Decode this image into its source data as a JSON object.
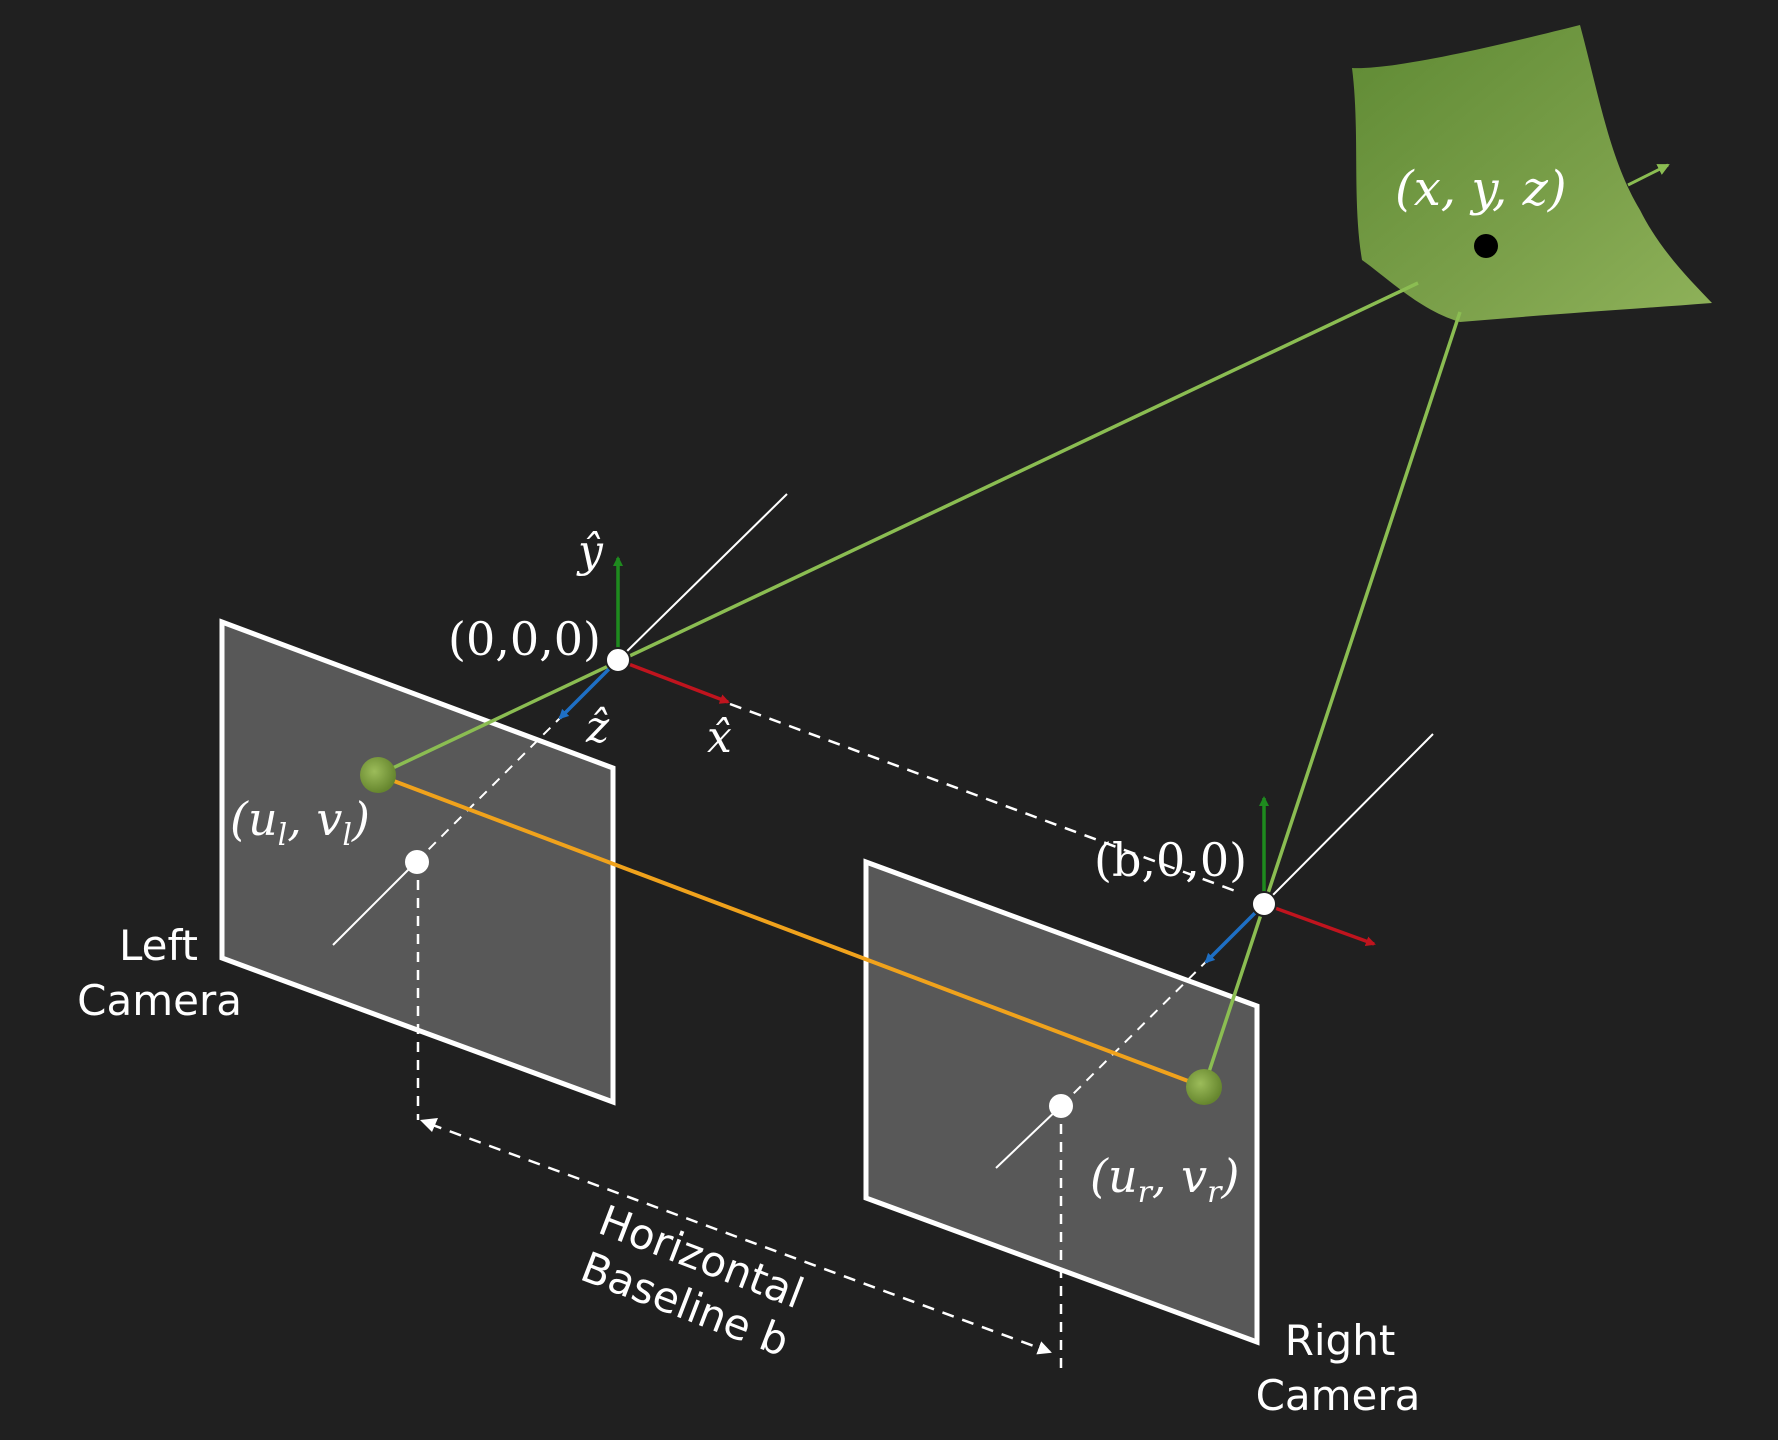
{
  "labels": {
    "point_3d": "(x, y, z)",
    "origin_left": "(0,0,0)",
    "origin_right": "(b,0,0)",
    "left_pixel": "(u",
    "left_pixel_sub": "l",
    "left_pixel_mid": ", v",
    "left_pixel_sub2": "l",
    "left_pixel_end": ")",
    "right_pixel": "(u",
    "right_pixel_sub": "r",
    "right_pixel_mid": ", v",
    "right_pixel_sub2": "r",
    "right_pixel_end": ")",
    "axis_y": "ŷ",
    "axis_z": "ẑ",
    "axis_x": "x̂",
    "left_camera_line1": "Left",
    "left_camera_line2": "Camera",
    "right_camera_line1": "Right",
    "right_camera_line2": "Camera",
    "baseline_line1": "Horizontal",
    "baseline_line2": "Baseline b"
  },
  "colors": {
    "background": "#202020",
    "image_plane": "#585858",
    "ray": "#8bbd52",
    "epipolar_line": "#f0a21c",
    "axis_x": "#c0141e",
    "axis_y": "#1e8a1e",
    "axis_z": "#1e6fc4",
    "surface": "#6f9a3e",
    "pixel_point": "#7a9a3a"
  }
}
